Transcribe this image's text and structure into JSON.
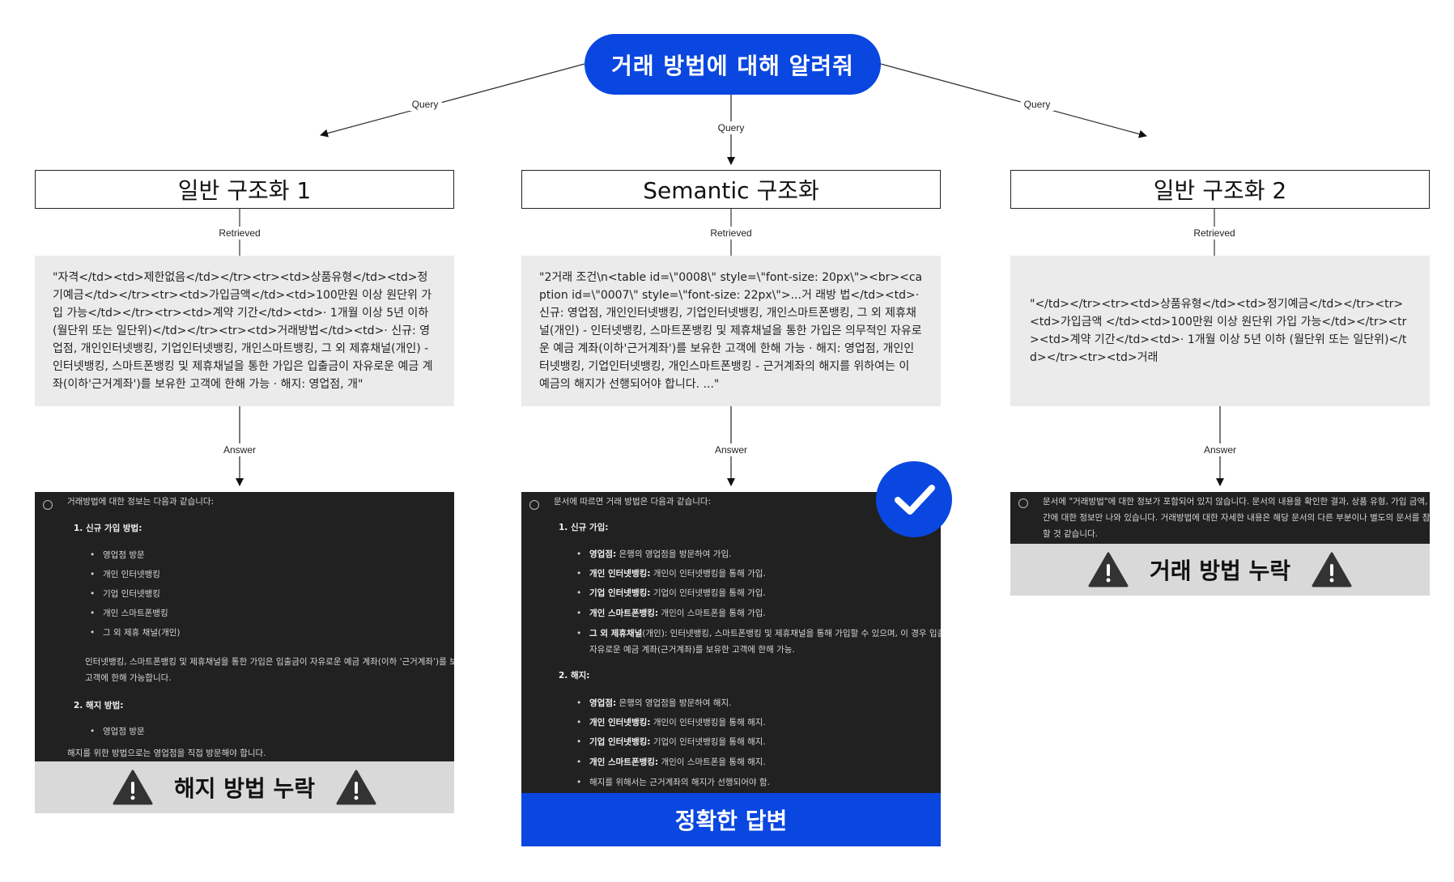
{
  "query": {
    "text": "거래 방법에 대해 알려줘"
  },
  "edge_labels": {
    "query": "Query",
    "retrieved": "Retrieved",
    "answer": "Answer"
  },
  "methods": [
    {
      "title": "일반 구조화 1",
      "retrieved": "\"자격</td><td>제한없음</td></tr><tr><td>상품유형</td><td>정기예금</td></tr><tr><td>가입금액</td><td>100만원 이상 원단위 가입 가능</td></tr><tr><td>계약 기간</td><td>· 1개월 이상 5년 이하 (월단위 또는 일단위)</td></tr><tr><td>거래방법</td><td>· 신규: 영업점, 개인인터넷뱅킹, 기업인터넷뱅킹, 개인스마트뱅킹, 그 외 제휴채널(개인) - 인터넷뱅킹, 스마트폰뱅킹 및 제휴채널을 통한 가입은 입출금이 자유로운 예금 계좌(이하'근거계좌')를 보유한 고객에 한해 가능 · 해지: 영업점, 개\"",
      "answer": {
        "intro": "거래방법에 대한 정보는 다음과 같습니다:",
        "h1": "1.  신규 가입 방법:",
        "bullets1": [
          "영업점 방문",
          "개인 인터넷뱅킹",
          "기업 인터넷뱅킹",
          "개인 스마트폰뱅킹",
          "그 외 제휴 채널(개인)"
        ],
        "note1": "인터넷뱅킹, 스마트폰뱅킹 및 제휴채널을 통한 가입은 입출금이 자유로운 예금 계좌(이하 '근거계좌')를 보유한",
        "note2": "고객에 한해 가능합니다.",
        "h2": "2.  해지 방법:",
        "bullets2": [
          "영업점 방문"
        ],
        "outro": "해지를 위한 방법으로는 영업점을 직접 방문해야 합니다."
      },
      "verdict": "해지 방법 누락"
    },
    {
      "title": "Semantic 구조화",
      "retrieved": "\"2거래 조건\\n<table id=\\\"0008\\\" style=\\\"font-size: 20px\\\"><br><caption id=\\\"0007\\\" style=\\\"font-size: 22px\\\">...거 래방 법</td><td>· 신규: 영업점, 개인인터넷뱅킹, 기업인터넷뱅킹, 개인스마트폰뱅킹, 그 외 제휴채널(개인) - 인터넷뱅킹, 스마트폰뱅킹 및 제휴채널을 통한 가입은 의무적인 자유로운 예금 계좌(이하'근거계좌')를 보유한 고객에 한해 가능 · 해지: 영업점, 개인인터넷뱅킹, 기업인터넷뱅킹, 개인스마트폰뱅킹 - 근거계좌의 해지를 위하여는 이 예금의 해지가 선행되어야 합니다. ...\"",
      "answer": {
        "intro": "문서에 따르면 거래 방법은 다음과 같습니다:",
        "h1": "1.  신규 가입:",
        "bullets1": [
          {
            "b": "영업점:",
            "t": " 은행의 영업점을 방문하여 가입."
          },
          {
            "b": "개인 인터넷뱅킹:",
            "t": " 개인이 인터넷뱅킹을 통해 가입."
          },
          {
            "b": "기업 인터넷뱅킹:",
            "t": " 기업이 인터넷뱅킹을 통해 가입."
          },
          {
            "b": "개인 스마트폰뱅킹:",
            "t": " 개인이 스마트폰을 통해 가입."
          },
          {
            "b": "그 외 제휴채널",
            "t": "(개인): 인터넷뱅킹, 스마트폰뱅킹 및 제휴채널을 통해 가입할 수 있으며, 이 경우 입출금이"
          }
        ],
        "cont1": "자유로운 예금 계좌(근거계좌)를 보유한 고객에 한해 가능.",
        "h2": "2.  해지:",
        "bullets2": [
          {
            "b": "영업점:",
            "t": " 은행의 영업점을 방문하여 해지."
          },
          {
            "b": "개인 인터넷뱅킹:",
            "t": " 개인이 인터넷뱅킹을 통해 해지."
          },
          {
            "b": "기업 인터넷뱅킹:",
            "t": " 기업이 인터넷뱅킹을 통해 해지."
          },
          {
            "b": "개인 스마트폰뱅킹:",
            "t": " 개인이 스마트폰을 통해 해지."
          },
          {
            "b": "",
            "t": "해지를 위해서는 근거계좌의 해지가 선행되어야 함."
          }
        ]
      },
      "verdict": "정확한 답변"
    },
    {
      "title": "일반 구조화 2",
      "retrieved": "\"</td></tr><tr><td>상품유형</td><td>정기예금</td></tr><tr><td>가입금액 </td><td>100만원 이상 원단위 가입 가능</td></tr><tr><td>계약 기간</td><td>· 1개월 이상 5년 이하 (월단위 또는 일단위)</td></tr><tr><td>거래",
      "answer": {
        "line1": "문서에 \"거래방법\"에 대한 정보가 포함되어 있지 않습니다. 문서의 내용을 확인한 결과, 상품 유형, 가입 금액, 계약 기",
        "line2": "간에 대한 정보만 나와 있습니다. 거래방법에 대한 자세한 내용은 해당 문서의 다른 부분이나 별도의 문서를 참조해야",
        "line3": "할 것 같습니다."
      },
      "verdict": "거래 방법 누락"
    }
  ],
  "colors": {
    "accent": "#0a47e0",
    "panel": "#212121",
    "retrieved_bg": "#ebebeb",
    "warn_bg": "#d9d9d9",
    "warn_icon": "#333333"
  },
  "icons": {
    "warning": "warning-triangle-icon",
    "check": "check-icon",
    "assistant": "assistant-logo-icon"
  }
}
